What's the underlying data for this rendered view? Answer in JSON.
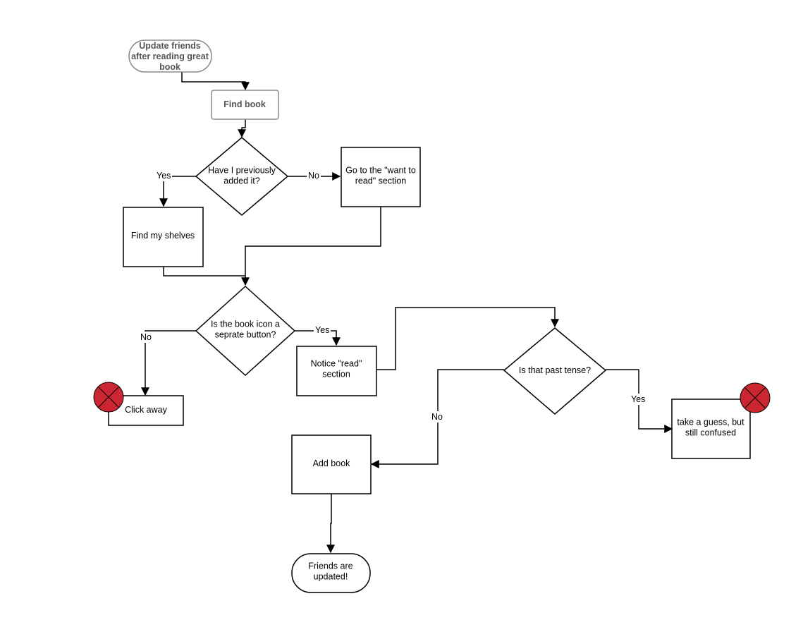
{
  "nodes": {
    "start": {
      "lines": [
        "Update friends",
        "after reading great",
        "book"
      ]
    },
    "find_book": {
      "lines": [
        "Find book"
      ]
    },
    "previously_added": {
      "lines": [
        "Have I previously",
        "added it?"
      ]
    },
    "want_to_read": {
      "lines": [
        "Go to the  \"want to",
        "read\" section"
      ]
    },
    "find_shelves": {
      "lines": [
        "Find my shelves"
      ]
    },
    "separate_button": {
      "lines": [
        "Is the book icon a",
        "seprate button?"
      ]
    },
    "click_away": {
      "lines": [
        "Click away"
      ]
    },
    "notice_read": {
      "lines": [
        "Notice \"read\"",
        "section"
      ]
    },
    "past_tense": {
      "lines": [
        "Is that past tense?"
      ]
    },
    "take_guess": {
      "lines": [
        "take a guess, but",
        "still confused"
      ]
    },
    "add_book": {
      "lines": [
        "Add book"
      ]
    },
    "friends_updated": {
      "lines": [
        "Friends are",
        "updated!"
      ]
    }
  },
  "edge_labels": {
    "added_yes": "Yes",
    "added_no": "No",
    "separate_no": "No",
    "separate_yes": "Yes",
    "past_no": "No",
    "past_yes": "Yes"
  },
  "colors": {
    "stroke": "#000000",
    "terminal_stroke": "#8c8c8c",
    "terminal_text": "#555555",
    "fail_marker": "#cc2633"
  },
  "icons": {
    "fail_marker": "x-circle-icon"
  }
}
